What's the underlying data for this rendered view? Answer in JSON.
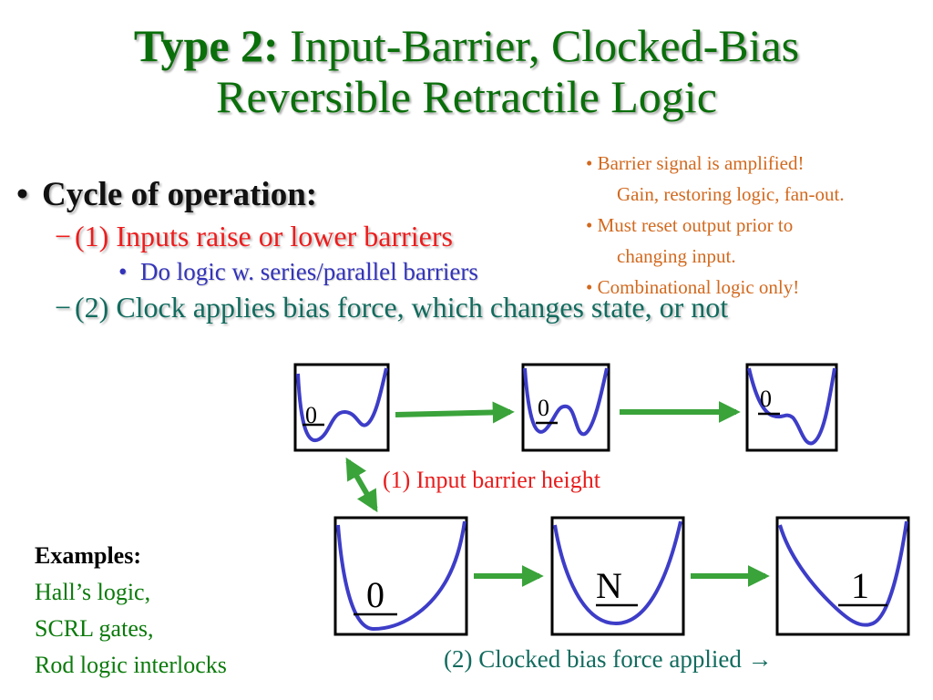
{
  "title": {
    "type_label": "Type 2:",
    "line1_rest": "Input-Barrier, Clocked-Bias",
    "line2": "Reversible Retractile Logic"
  },
  "bullets": {
    "main": "Cycle of operation:",
    "step1": "(1) Inputs raise or lower barriers",
    "step1_sub": "Do logic w. series/parallel barriers",
    "step2": "(2) Clock applies bias force, which changes state, or not"
  },
  "notes": [
    "• Barrier signal is amplified!",
    "Gain, restoring logic, fan-out.",
    "• Must reset output prior to",
    "changing input.",
    "• Combinational logic only!"
  ],
  "examples": {
    "heading": "Examples:",
    "items": [
      "Hall’s logic,",
      "SCRL gates,",
      "Rod logic interlocks"
    ]
  },
  "diagram": {
    "top_row_states": [
      "0",
      "0",
      "0"
    ],
    "bottom_row_states": [
      "0",
      "N",
      "1"
    ],
    "label_input": "(1) Input barrier height",
    "label_clock": "(2) Clocked bias force applied →",
    "colors": {
      "curve": "#3d3dc8",
      "arrow": "#3aa33a",
      "box": "#000000"
    }
  }
}
